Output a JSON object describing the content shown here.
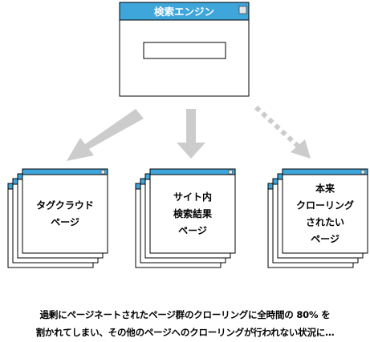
{
  "search_engine": {
    "title": "検索エンジン"
  },
  "stacks": [
    {
      "lines": [
        "タグクラウド",
        "ページ"
      ]
    },
    {
      "lines": [
        "サイト内",
        "検索結果",
        "ページ"
      ]
    },
    {
      "lines": [
        "本来",
        "クローリング",
        "されたい",
        "ページ"
      ]
    }
  ],
  "caption": {
    "line1": "過剰にページネートされたページ群のクローリングに全時間の 80% を",
    "line2": "割かれてしまい、その他のページへのクローリングが行われない状況に…"
  },
  "colors": {
    "title_bar": "#3fa6dc",
    "arrow": "#cccccc",
    "border": "#000000"
  },
  "icons": {
    "window_button": "square-icon"
  }
}
